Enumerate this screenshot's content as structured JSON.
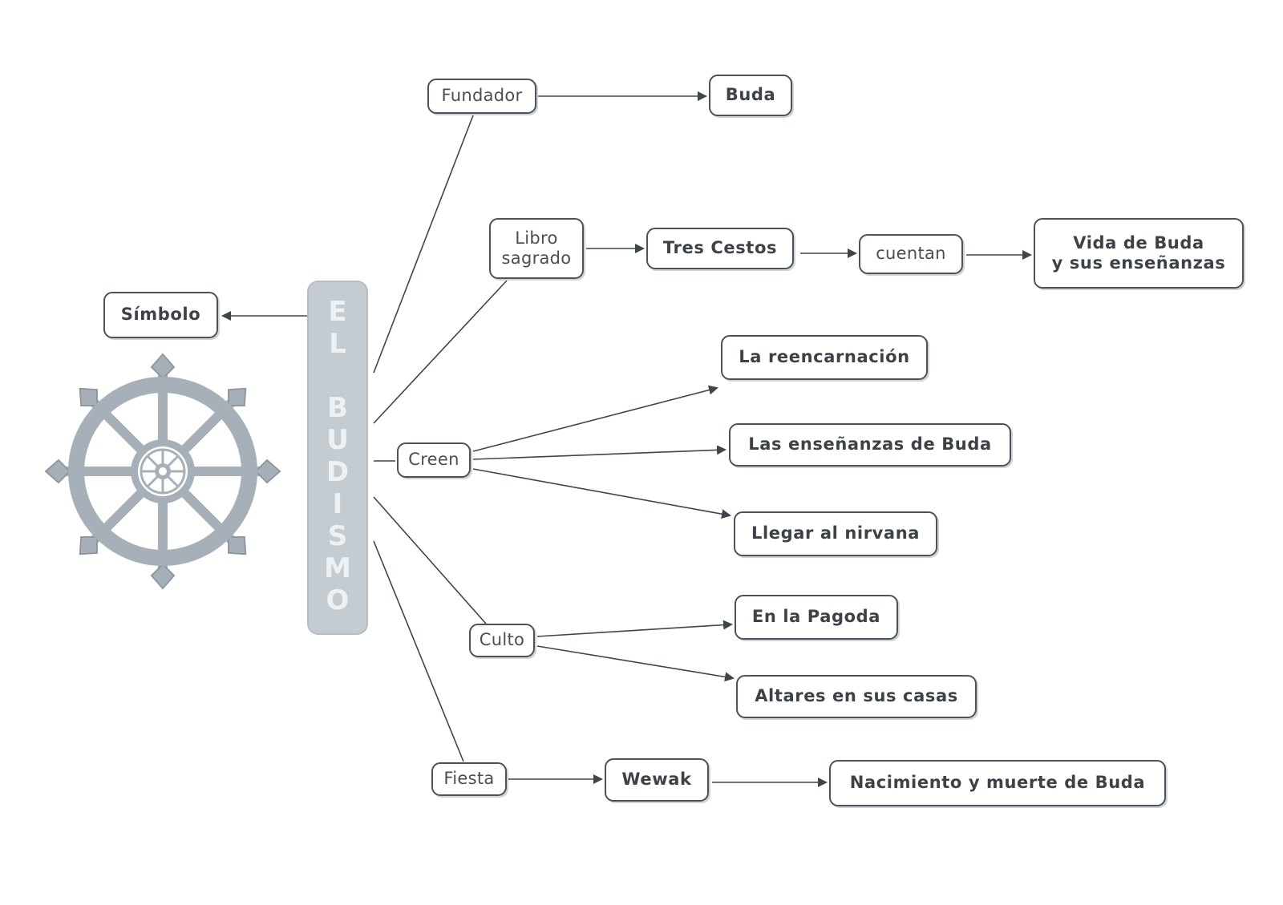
{
  "center": {
    "letters": [
      "E",
      "L",
      "B",
      "U",
      "D",
      "I",
      "S",
      "M",
      "O"
    ]
  },
  "nodes": {
    "fundador": "Fundador",
    "buda": "Buda",
    "libro_sagrado": [
      "Libro",
      "sagrado"
    ],
    "tres_cestos": "Tres Cestos",
    "cuentan": "cuentan",
    "vida_buda": [
      "Vida de Buda",
      "y sus enseñanzas"
    ],
    "simbolo": "Símbolo",
    "creen": "Creen",
    "reencarnacion": "La reencarnación",
    "ensenanzas": "Las enseñanzas de Buda",
    "nirvana": "Llegar al nirvana",
    "culto": "Culto",
    "pagoda": "En la Pagoda",
    "altares": "Altares en sus casas",
    "fiesta": "Fiesta",
    "wewak": "Wewak",
    "nacimiento": "Nacimiento y muerte de Buda"
  },
  "colors": {
    "stroke": "#3f454b",
    "center_bar": "#c4cbd1",
    "wheel": "#a7b0b8"
  },
  "icons": {
    "symbol_image": "dharma-wheel-icon"
  }
}
